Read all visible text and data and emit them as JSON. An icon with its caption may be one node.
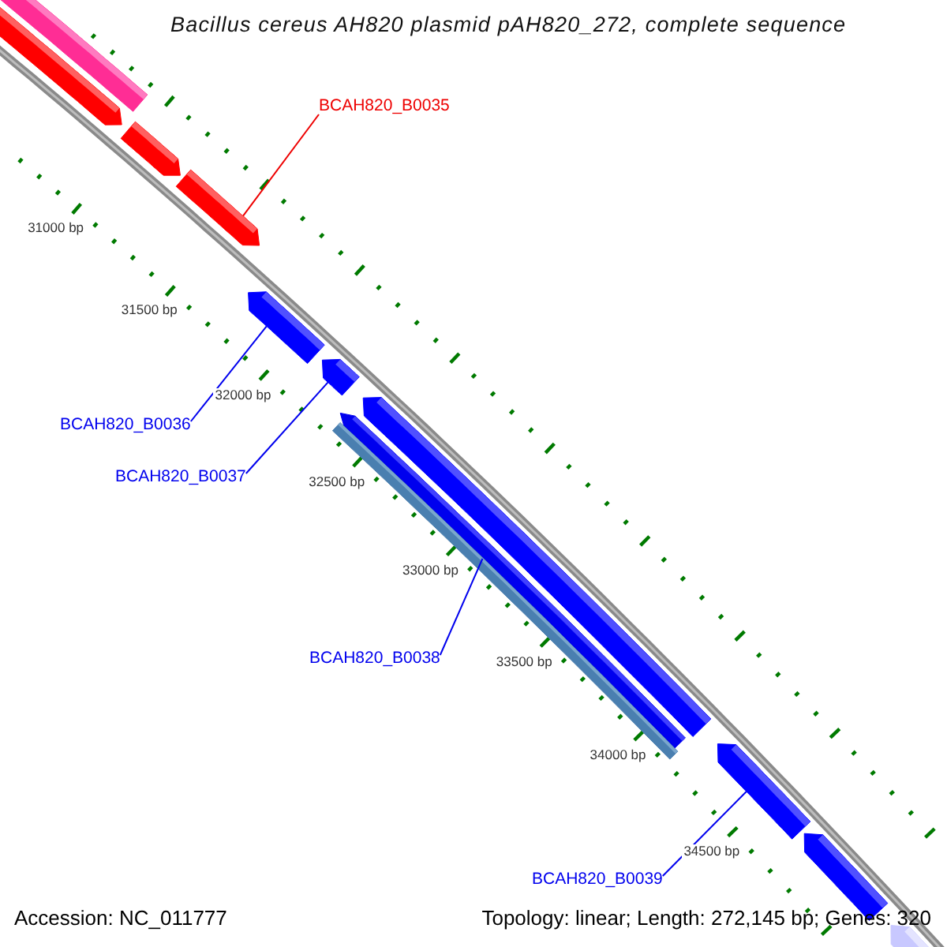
{
  "diagram": {
    "title": "Bacillus cereus AH820 plasmid pAH820_272, complete sequence",
    "nodes": [
      {
        "text": [],
        "shape": "bar"
      },
      {
        "text": [],
        "shape": "arrow"
      },
      {
        "text": [],
        "shape": "arrow"
      },
      {
        "text": [
          "BCAH820_B0035"
        ]
      },
      {
        "text": [],
        "shape": "arrow"
      },
      {
        "text": [],
        "shape": "arrow"
      },
      {
        "text": [
          "BCAH820_B0036"
        ]
      },
      {
        "text": [],
        "shape": "arrow"
      },
      {
        "text": [
          "BCAH820_B0037"
        ]
      },
      {
        "text": [],
        "shape": "arrow"
      },
      {
        "text": [],
        "shape": "arrow"
      },
      {
        "text": [],
        "shape": "bar"
      },
      {
        "text": [
          "BCAH820_B0038"
        ]
      },
      {
        "text": [],
        "shape": "arrow"
      },
      {
        "text": [
          "BCAH820_B0039"
        ]
      },
      {
        "text": [],
        "shape": "arrow"
      },
      {
        "text": [],
        "shape": "arrow"
      }
    ],
    "edges": [
      {
        "from": 3,
        "to": 4,
        "arrow": "none",
        "color": "#ee0000"
      },
      {
        "from": 6,
        "to": 5,
        "arrow": "none"
      },
      {
        "from": 8,
        "to": 7,
        "arrow": "none"
      },
      {
        "from": 12,
        "to": 10,
        "arrow": "none"
      },
      {
        "from": 14,
        "to": 13,
        "arrow": "none"
      }
    ],
    "labels": [
      "31000 bp",
      "31500 bp",
      "32000 bp",
      "32500 bp",
      "33000 bp",
      "33500 bp",
      "34000 bp",
      "34500 bp",
      "Accession: NC_011777",
      "Topology: linear; Length: 272,145 bp; Genes: 320"
    ]
  }
}
